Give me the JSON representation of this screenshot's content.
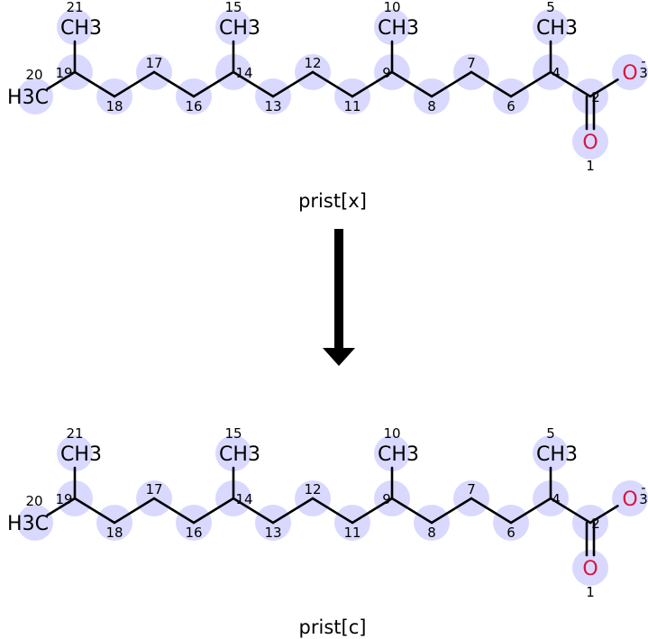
{
  "structures": [
    {
      "name": "prist[x]",
      "caption": "prist[x]"
    },
    {
      "name": "prist[c]",
      "caption": "prist[c]"
    }
  ],
  "atoms": [
    {
      "num": "1",
      "label": "O",
      "color": "#dc143c"
    },
    {
      "num": "2",
      "label": ""
    },
    {
      "num": "3",
      "label": "O",
      "charge": "-",
      "color": "#dc143c"
    },
    {
      "num": "4",
      "label": ""
    },
    {
      "num": "5",
      "label": "CH3"
    },
    {
      "num": "6",
      "label": ""
    },
    {
      "num": "7",
      "label": ""
    },
    {
      "num": "8",
      "label": ""
    },
    {
      "num": "9",
      "label": ""
    },
    {
      "num": "10",
      "label": "CH3"
    },
    {
      "num": "11",
      "label": ""
    },
    {
      "num": "12",
      "label": ""
    },
    {
      "num": "13",
      "label": ""
    },
    {
      "num": "14",
      "label": ""
    },
    {
      "num": "15",
      "label": "CH3"
    },
    {
      "num": "16",
      "label": ""
    },
    {
      "num": "17",
      "label": ""
    },
    {
      "num": "18",
      "label": ""
    },
    {
      "num": "19",
      "label": ""
    },
    {
      "num": "20",
      "label": "H3C"
    },
    {
      "num": "21",
      "label": "CH3"
    }
  ],
  "colors": {
    "highlight": "#d9d9ff",
    "oxygen": "#dc143c",
    "bond": "#000000"
  }
}
